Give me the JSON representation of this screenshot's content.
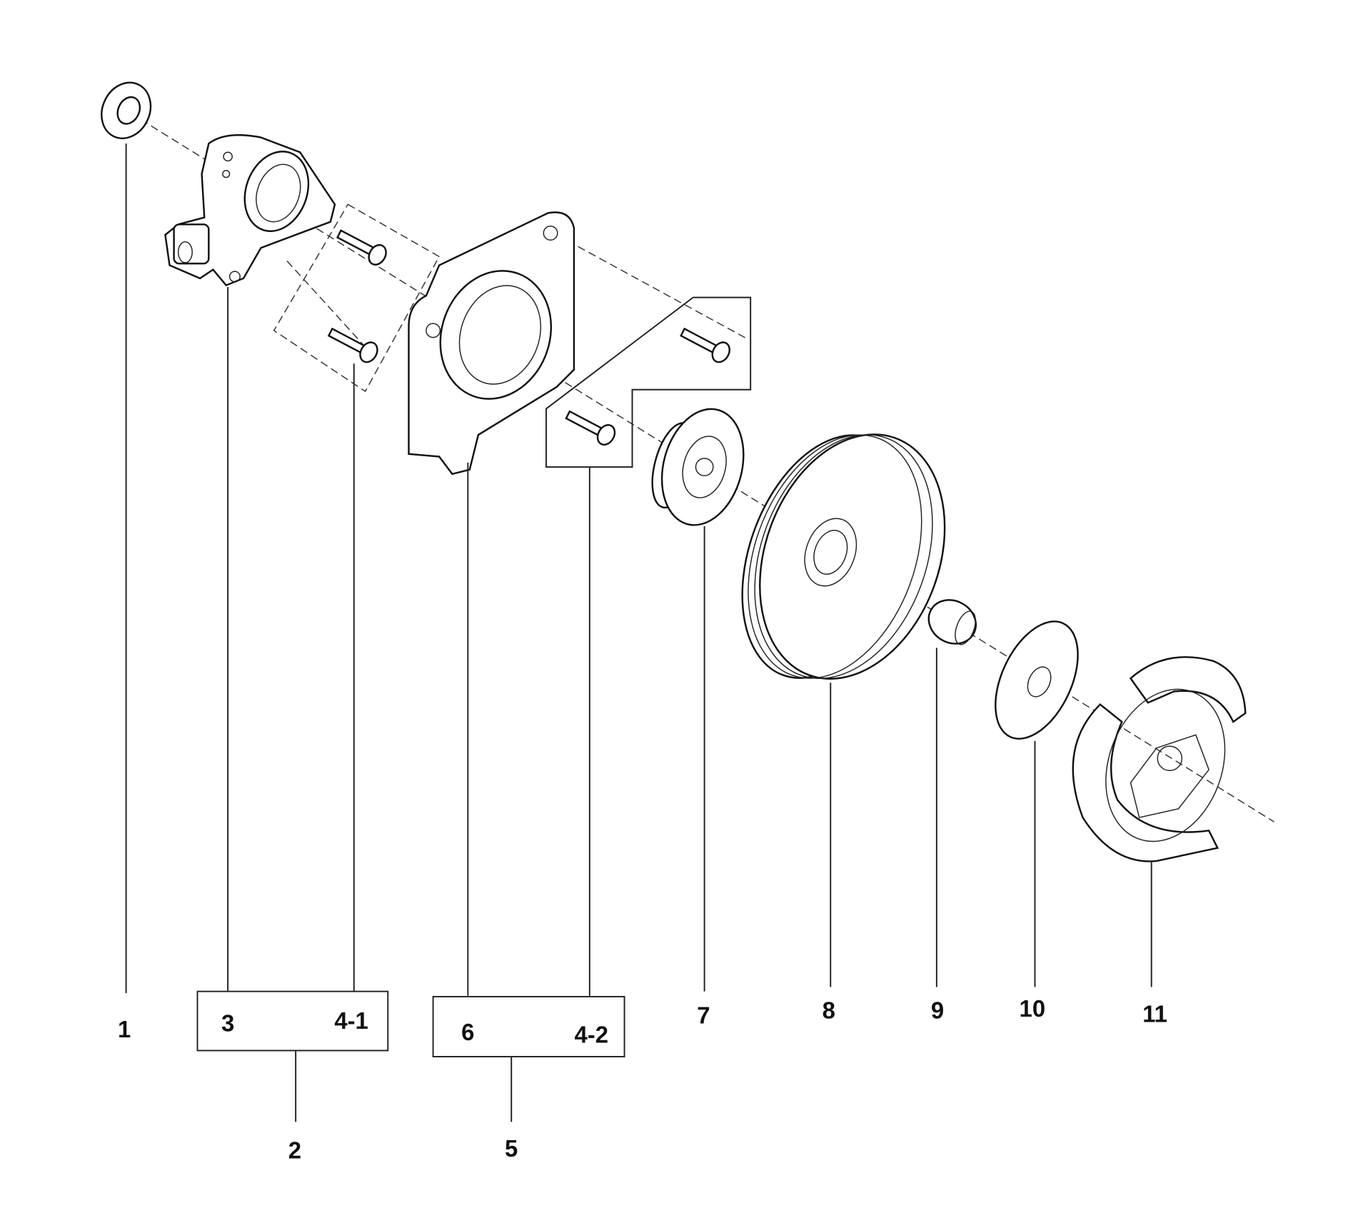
{
  "diagram": {
    "type": "exploded-parts-view",
    "labels": {
      "p1": "1",
      "p2": "2",
      "p3": "3",
      "p4_1": "4-1",
      "p5": "5",
      "p6": "6",
      "p4_2": "4-2",
      "p7": "7",
      "p8": "8",
      "p9": "9",
      "p10": "10",
      "p11": "11"
    }
  },
  "colors": {
    "line": "#111111",
    "background": "#ffffff"
  }
}
